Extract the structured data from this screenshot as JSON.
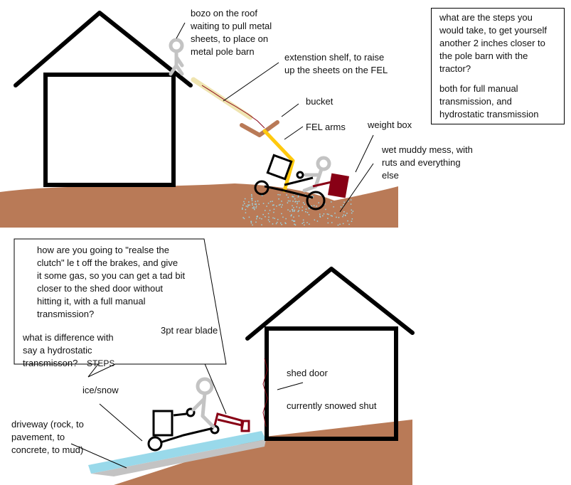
{
  "labels": {
    "bozo": "bozo on the roof\nwaiting to pull metal\nsheets, to place on\nmetal pole barn",
    "extension_shelf": "extenstion shelf, to raise\nup the sheets on the FEL",
    "bucket": "bucket",
    "fel_arms": "FEL arms",
    "weight_box": "weight box",
    "muddy": "wet muddy mess, with\nruts and everything\nelse",
    "rear_blade": "3pt rear blade",
    "shed_door": "shed door",
    "snowed_shut": "currently snowed shut",
    "ice_snow": "ice/snow",
    "driveway": "driveway (rock, to\npavement, to\nconcrete, to mud)"
  },
  "question_top": {
    "line1": "what are the steps you\nwould take, to get yourself\nanother 2 inches closer to\nthe pole barn with the\ntractor?",
    "line2": "both for full manual\ntransmission, and\nhydrostatic transmission"
  },
  "question_bottom": {
    "line1": "how are you going to \"realse the\nclutch\" le t off the brakes, and give\nit some gas, so you can get a tad bit\ncloser to the shed door without\nhitting it, with a full manual\ntransmission?",
    "line2": "what is difference with\nsay a hydrostatic\ntransmisson?",
    "steps": "STEPS"
  },
  "colors": {
    "ground": "#b97a57",
    "ice": "#99d9ea",
    "driveway": "#c3c3c3",
    "arms": "#ffc90e",
    "weight": "#880015",
    "shelf": "#efe4b0",
    "figure": "#c3c3c3",
    "mud_speckle": "#99d9ea"
  }
}
